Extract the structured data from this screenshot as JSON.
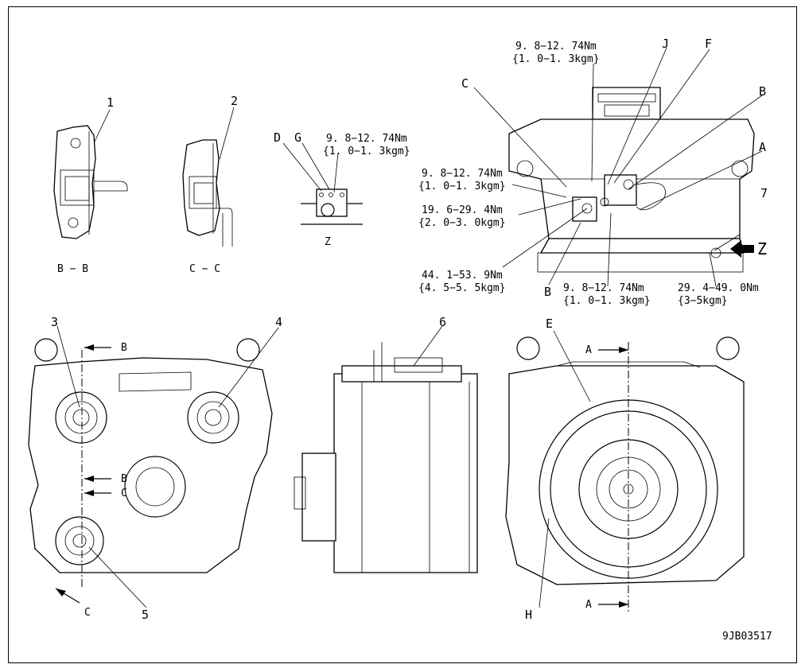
{
  "drawing_id": "9JB03517",
  "sections": {
    "bb": "B − B",
    "cc": "C − C",
    "z": "Z"
  },
  "callouts": {
    "n1": "1",
    "n2": "2",
    "n3": "3",
    "n4": "4",
    "n5": "5",
    "n6": "6",
    "n7": "7",
    "C": "C",
    "J": "J",
    "F": "F",
    "B": "B",
    "A": "A",
    "D": "D",
    "G": "G",
    "E": "E",
    "H": "H",
    "Z": "Z"
  },
  "torques": {
    "t_z_nm": "9. 8−12. 74Nm",
    "t_z_kgm": "{1. 0−1. 3kgm}",
    "t_top_nm": "9. 8−12. 74Nm",
    "t_top_kgm": "{1. 0−1. 3kgm}",
    "t_left_nm": "9. 8−12. 74Nm",
    "t_left_kgm": "{1. 0−1. 3kgm}",
    "t_mid_nm": "19. 6−29. 4Nm",
    "t_mid_kgm": "{2. 0−3. 0kgm}",
    "t_low_nm": "44. 1−53. 9Nm",
    "t_low_kgm": "{4. 5−5. 5kgm}",
    "t_bot_nm": "9. 8−12. 74Nm",
    "t_bot_kgm": "{1. 0−1. 3kgm}",
    "t_right_nm": "29. 4−49. 0Nm",
    "t_right_kgm": "{3−5kgm}"
  },
  "section_markers": {
    "b_upper": "B",
    "b_lower": "B",
    "c_upper": "C",
    "c_lower": "C",
    "a_upper": "A",
    "a_lower": "A"
  }
}
